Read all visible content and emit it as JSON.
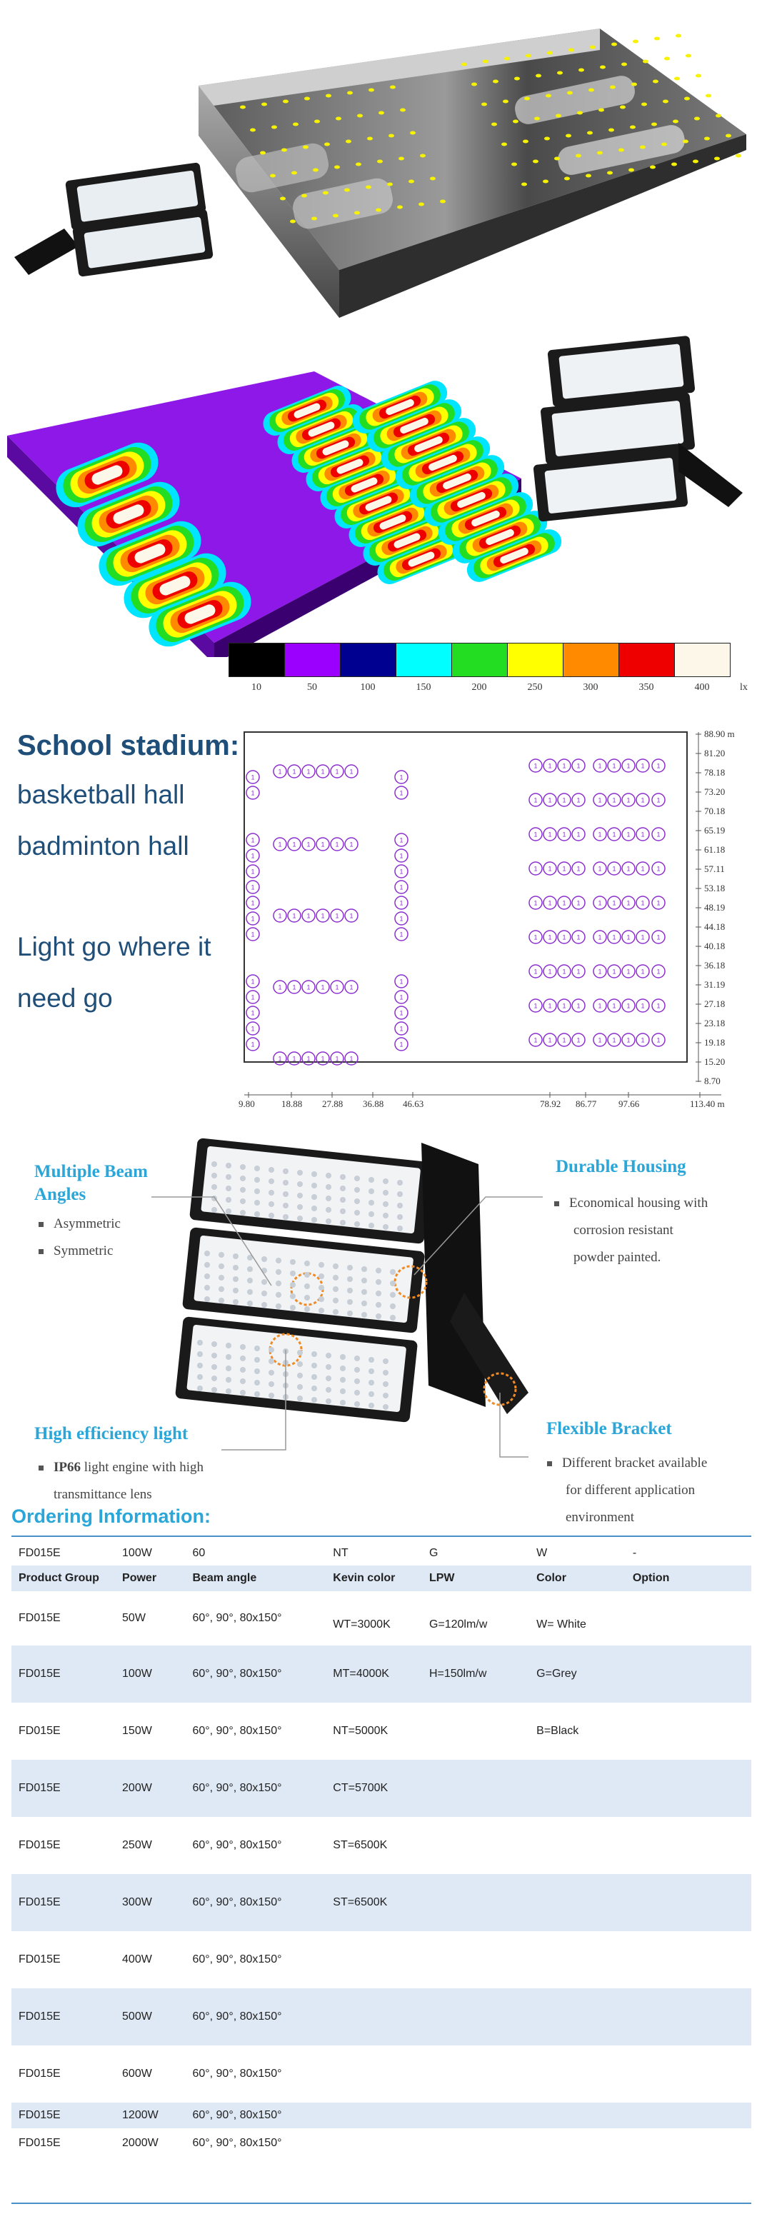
{
  "colors": {
    "brand_blue": "#1f4e79",
    "accent_cyan": "#2aa6d8",
    "row_shade": "#dfe9f5",
    "plan_circle": "#8c2fd0"
  },
  "scale": {
    "bands": [
      {
        "label": "10",
        "color": "#000000"
      },
      {
        "label": "50",
        "color": "#9b00ff"
      },
      {
        "label": "100",
        "color": "#000090"
      },
      {
        "label": "150",
        "color": "#00ffff"
      },
      {
        "label": "200",
        "color": "#22dd22"
      },
      {
        "label": "250",
        "color": "#ffff00"
      },
      {
        "label": "300",
        "color": "#ff8a00"
      },
      {
        "label": "350",
        "color": "#ee0000"
      },
      {
        "label": "400",
        "color": "#fdf7ea"
      }
    ],
    "unit": "lx"
  },
  "school": {
    "title": "School stadium:",
    "line1": "basketball hall",
    "line2": "badminton hall",
    "line3": "Light go where it",
    "line4": "need go"
  },
  "plan": {
    "y_labels": [
      "88.90 m",
      "81.20",
      "78.18",
      "73.20",
      "70.18",
      "65.19",
      "61.18",
      "57.11",
      "53.18",
      "48.19",
      "44.18",
      "40.18",
      "36.18",
      "31.19",
      "27.18",
      "23.18",
      "19.18",
      "15.20",
      "8.70"
    ],
    "x_labels": [
      "9.80",
      "18.88",
      "27.88",
      "36.88",
      "46.63",
      "78.92",
      "86.77",
      "97.66",
      "113.40 m"
    ],
    "marker": "1"
  },
  "features": {
    "beam": {
      "title_a": "Multiple Beam",
      "title_b": "Angles",
      "items": [
        "Asymmetric",
        "Symmetric"
      ]
    },
    "housing": {
      "title": "Durable Housing",
      "line1": "Economical housing with",
      "line2": "corrosion resistant",
      "line3": "powder painted."
    },
    "efficiency": {
      "title": "High efficiency light",
      "bold": "IP66",
      "line1": " light engine with high",
      "line2": "transmittance lens"
    },
    "bracket": {
      "title": "Flexible Bracket",
      "line1": "Different bracket available",
      "line2": "for different application",
      "line3": "environment"
    }
  },
  "ordering": {
    "title": "Ordering Information:",
    "code_row": [
      "FD015E",
      "100W",
      "60",
      "NT",
      "G",
      "W",
      "-"
    ],
    "headers": [
      "Product Group",
      "Power",
      "Beam angle",
      "Kevin color",
      "LPW",
      "Color",
      "Option"
    ],
    "rows": [
      [
        "FD015E",
        "50W",
        "60°, 90°, 80x150°",
        "WT=3000K",
        "G=120lm/w",
        "W= White",
        ""
      ],
      [
        "FD015E",
        "100W",
        "60°, 90°, 80x150°",
        "MT=4000K",
        "H=150lm/w",
        "G=Grey",
        ""
      ],
      [
        "FD015E",
        "150W",
        "60°, 90°, 80x150°",
        "NT=5000K",
        "",
        "B=Black",
        ""
      ],
      [
        "FD015E",
        "200W",
        "60°, 90°, 80x150°",
        "CT=5700K",
        "",
        "",
        ""
      ],
      [
        "FD015E",
        "250W",
        "60°, 90°, 80x150°",
        "ST=6500K",
        "",
        "",
        ""
      ],
      [
        "FD015E",
        "300W",
        "60°, 90°, 80x150°",
        "ST=6500K",
        "",
        "",
        ""
      ],
      [
        "FD015E",
        "400W",
        "60°, 90°, 80x150°",
        "",
        "",
        "",
        ""
      ],
      [
        "FD015E",
        "500W",
        "60°, 90°, 80x150°",
        "",
        "",
        "",
        ""
      ],
      [
        "FD015E",
        "600W",
        "60°, 90°, 80x150°",
        "",
        "",
        "",
        ""
      ],
      [
        "FD015E",
        "1200W",
        "60°, 90°, 80x150°",
        "",
        "",
        "",
        ""
      ],
      [
        "FD015E",
        "2000W",
        "60°, 90°, 80x150°",
        "",
        "",
        "",
        ""
      ]
    ]
  }
}
